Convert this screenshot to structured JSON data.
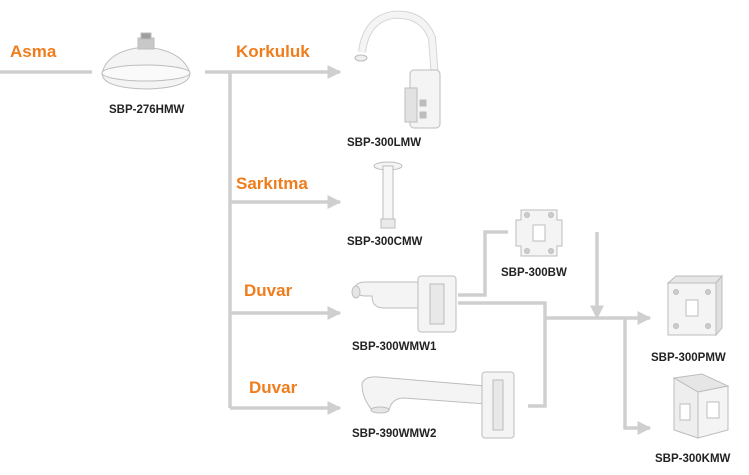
{
  "colors": {
    "accent": "#f07d1c",
    "connector": "#cfcfcf",
    "product": "#f4f4f4",
    "product_edge": "#bdbdbd",
    "label_text": "#222222"
  },
  "categories": {
    "asma": "Asma",
    "korkuluk": "Korkuluk",
    "sarkitma": "Sarkıtma",
    "duvar_1": "Duvar",
    "duvar_2": "Duvar"
  },
  "products": {
    "pendant_cap": "SBP-276HMW",
    "handrail": "SBP-300LMW",
    "pendant_pole": "SBP-300CMW",
    "adapter_plate": "SBP-300BW",
    "wall_short": "SBP-300WMW1",
    "wall_long": "SBP-390WMW2",
    "pole_adapter": "SBP-300PMW",
    "corner_adapter": "SBP-300KMW"
  }
}
